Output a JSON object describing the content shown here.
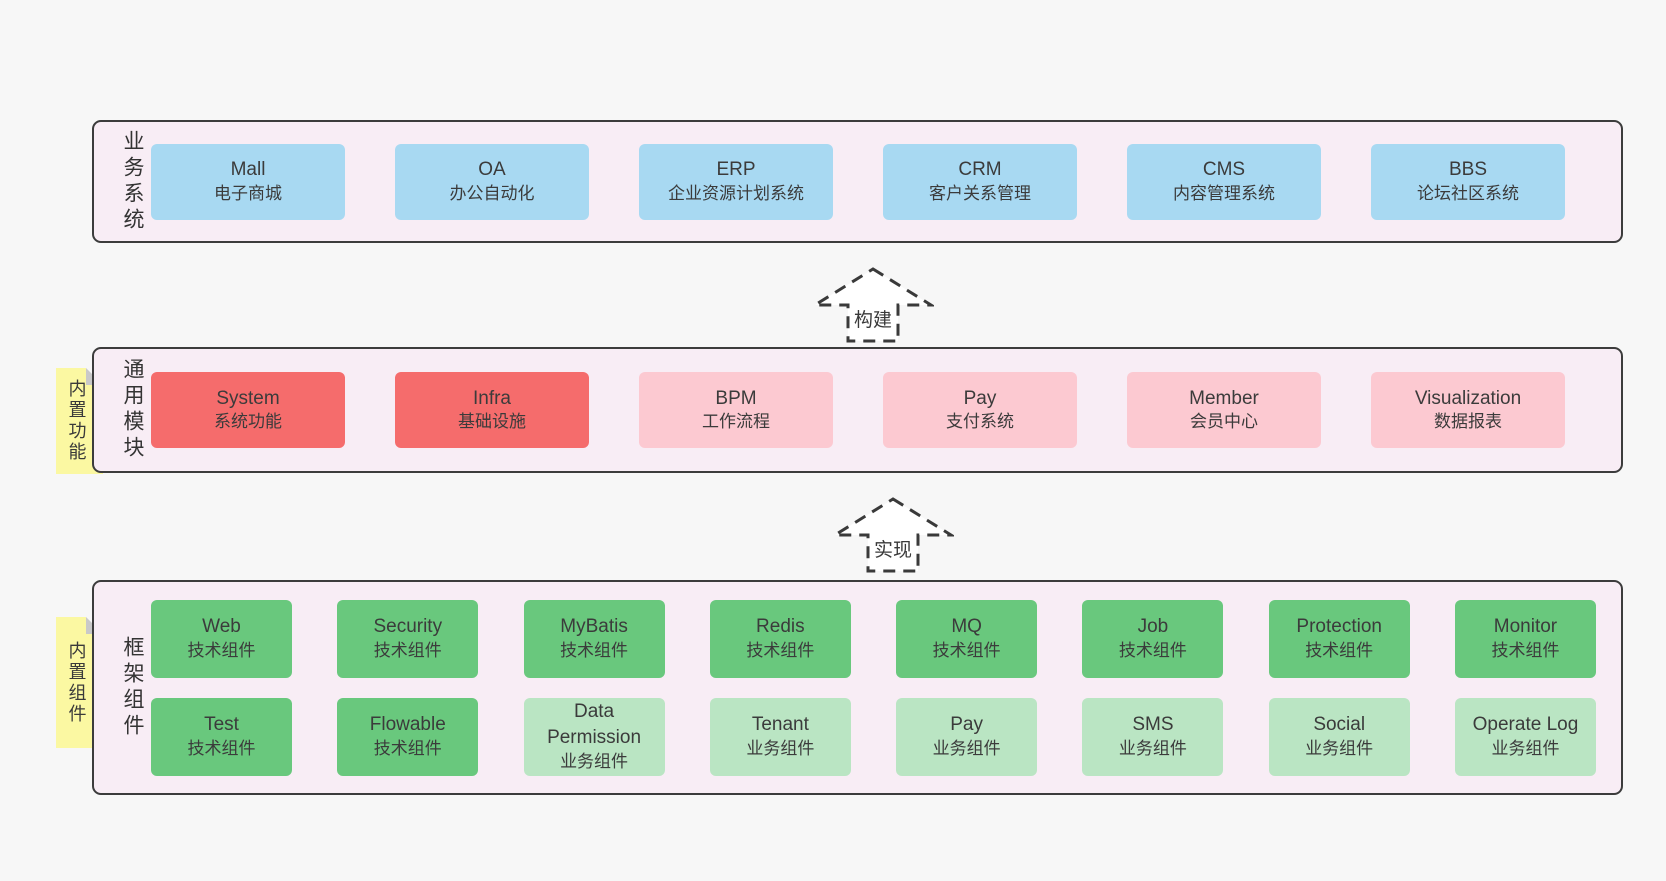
{
  "colors": {
    "page-bg": "#f7f7f7",
    "panel-bg": "#f8edf5",
    "panel-border": "#3c3c3c",
    "blue": "#a8d9f2",
    "red": "#f56c6c",
    "pink": "#fcc9d1",
    "green": "#69c87d",
    "light-green": "#bae5c3",
    "sticky-yellow": "#fbf8a2",
    "text": "#3b3b3b"
  },
  "arrows": [
    {
      "label": "构建"
    },
    {
      "label": "实现"
    }
  ],
  "layers": [
    {
      "label": "业务系统",
      "boxes": [
        {
          "title": "Mall",
          "subtitle": "电子商城"
        },
        {
          "title": "OA",
          "subtitle": "办公自动化"
        },
        {
          "title": "ERP",
          "subtitle": "企业资源计划系统"
        },
        {
          "title": "CRM",
          "subtitle": "客户关系管理"
        },
        {
          "title": "CMS",
          "subtitle": "内容管理系统"
        },
        {
          "title": "BBS",
          "subtitle": "论坛社区系统"
        }
      ]
    },
    {
      "label": "通用模块",
      "sticky": "内置功能",
      "boxes": [
        {
          "title": "System",
          "subtitle": "系统功能"
        },
        {
          "title": "Infra",
          "subtitle": "基础设施"
        },
        {
          "title": "BPM",
          "subtitle": "工作流程"
        },
        {
          "title": "Pay",
          "subtitle": "支付系统"
        },
        {
          "title": "Member",
          "subtitle": "会员中心"
        },
        {
          "title": "Visualization",
          "subtitle": "数据报表"
        }
      ]
    },
    {
      "label": "框架组件",
      "sticky": "内置组件",
      "rows": [
        [
          {
            "title": "Web",
            "subtitle": "技术组件"
          },
          {
            "title": "Security",
            "subtitle": "技术组件"
          },
          {
            "title": "MyBatis",
            "subtitle": "技术组件"
          },
          {
            "title": "Redis",
            "subtitle": "技术组件"
          },
          {
            "title": "MQ",
            "subtitle": "技术组件"
          },
          {
            "title": "Job",
            "subtitle": "技术组件"
          },
          {
            "title": "Protection",
            "subtitle": "技术组件"
          },
          {
            "title": "Monitor",
            "subtitle": "技术组件"
          }
        ],
        [
          {
            "title": "Test",
            "subtitle": "技术组件"
          },
          {
            "title": "Flowable",
            "subtitle": "技术组件"
          },
          {
            "title": "Data Permission",
            "subtitle": "业务组件"
          },
          {
            "title": "Tenant",
            "subtitle": "业务组件"
          },
          {
            "title": "Pay",
            "subtitle": "业务组件"
          },
          {
            "title": "SMS",
            "subtitle": "业务组件"
          },
          {
            "title": "Social",
            "subtitle": "业务组件"
          },
          {
            "title": "Operate Log",
            "subtitle": "业务组件"
          }
        ]
      ]
    }
  ]
}
